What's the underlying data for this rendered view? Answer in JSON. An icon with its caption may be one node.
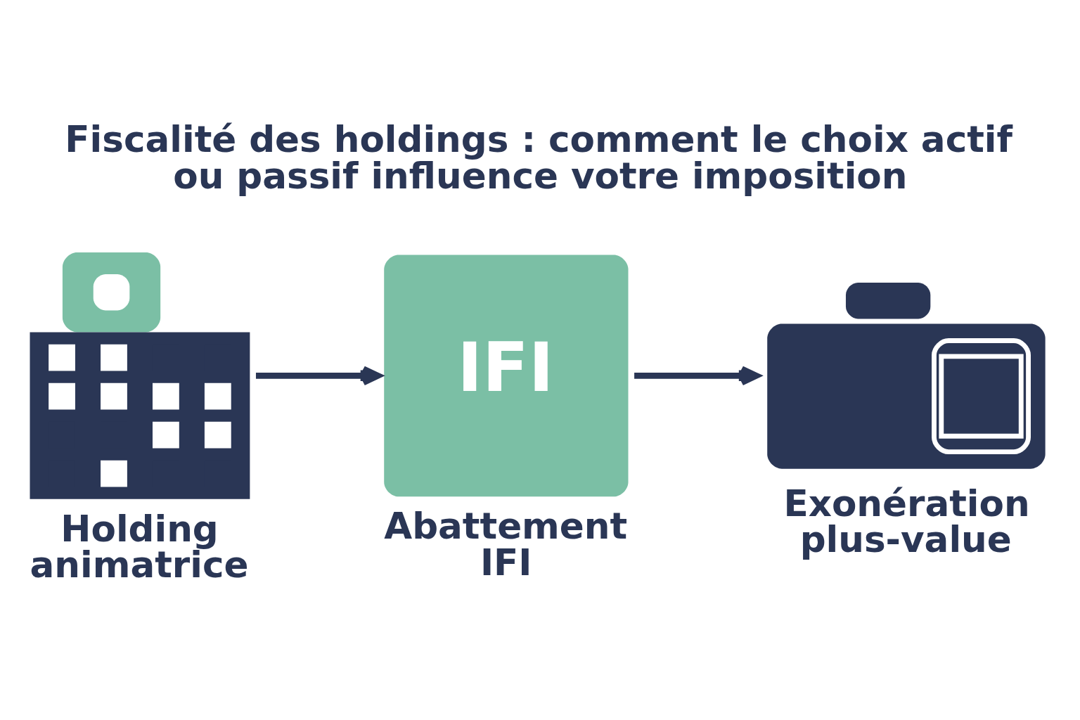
{
  "diagram": {
    "title": "Fiscalité des holdings : comment le choix actif ou passif influence votre imposition",
    "nodes": [
      {
        "text": [
          "Holding animatrice"
        ]
      },
      {
        "text": [
          "IFI",
          "Abattement IFI"
        ]
      },
      {
        "text": [
          "Exonération plus-value"
        ]
      }
    ],
    "edges": [
      {
        "from": 0,
        "to": 1,
        "arrow": "to"
      },
      {
        "from": 1,
        "to": 2,
        "arrow": "to"
      }
    ]
  }
}
